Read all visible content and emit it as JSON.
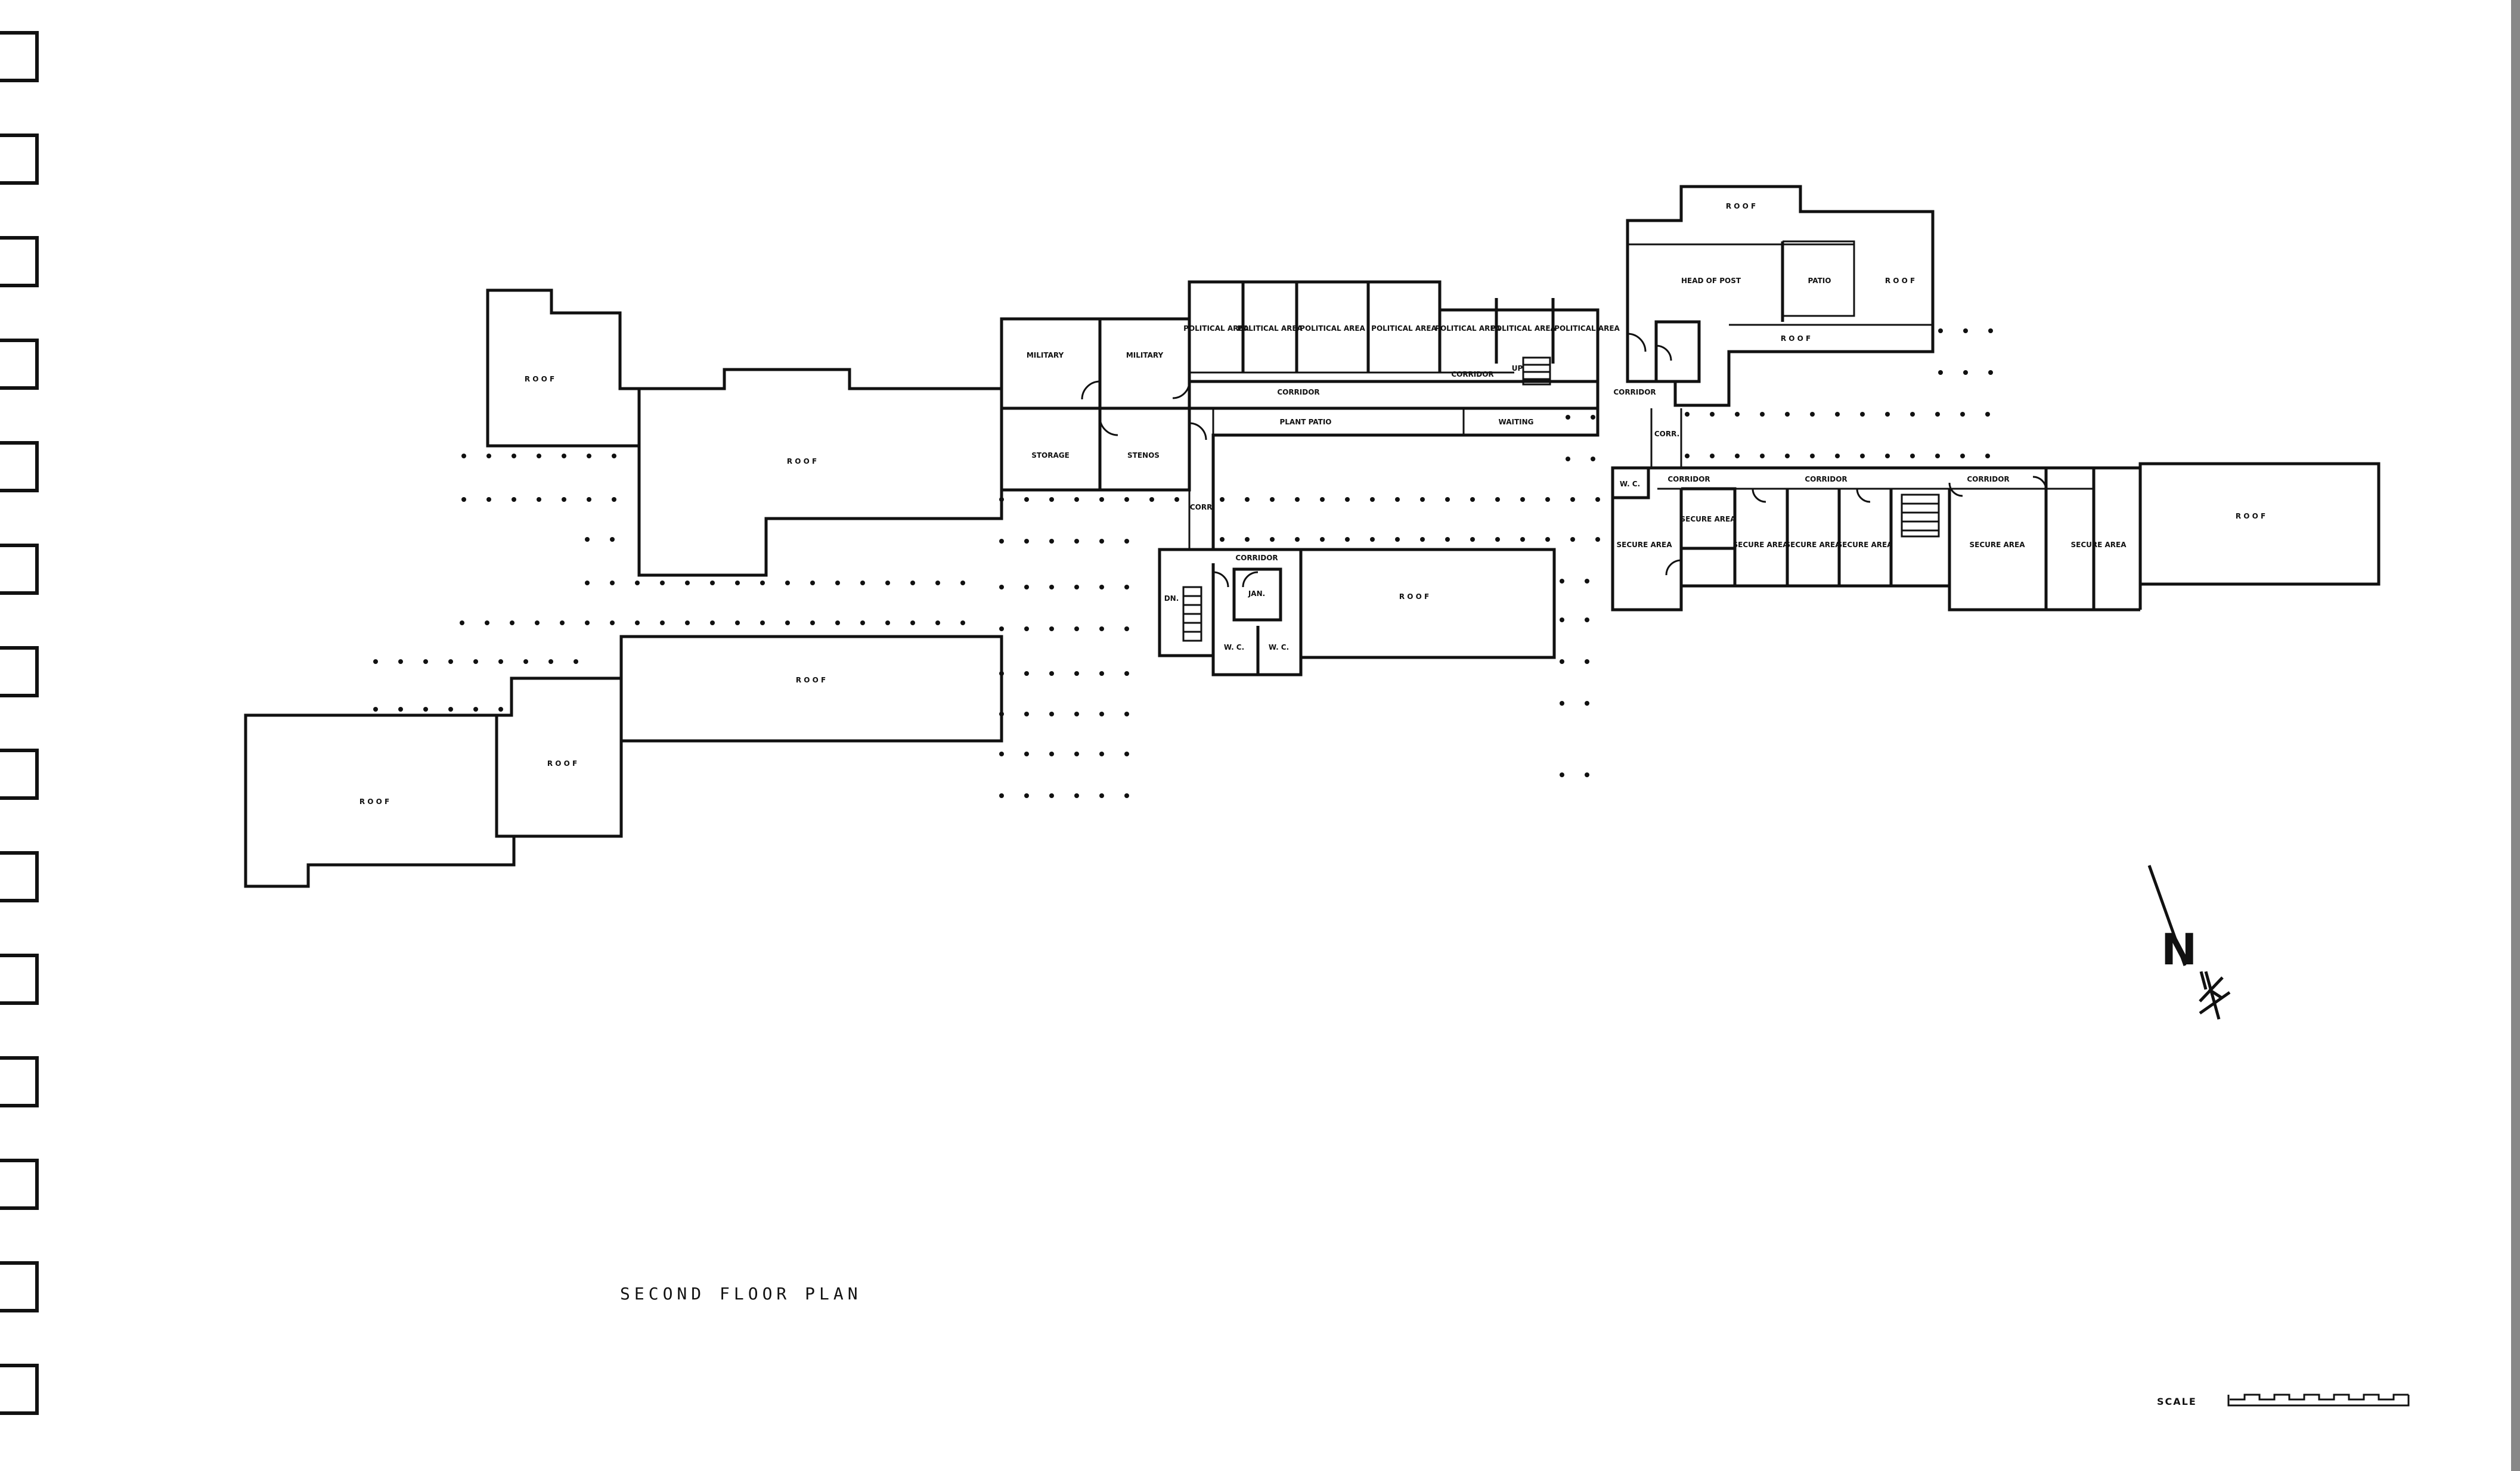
{
  "drawing": {
    "title": "SECOND FLOOR PLAN",
    "north_label": "N",
    "scale_label": "SCALE"
  },
  "rooms": {
    "roof": "R O O F",
    "military": "MILITARY",
    "storage": "STORAGE",
    "stenos": "STENOS",
    "political_area": "POLITICAL AREA",
    "corridor": "CORRIDOR",
    "corr": "CORR.",
    "plant_patio": "PLANT   PATIO",
    "waiting": "WAITING",
    "head_of_post": "HEAD  OF  POST",
    "patio": "PATIO",
    "secure_area": "SECURE AREA",
    "wc": "W. C.",
    "jan": "JAN.",
    "dn": "DN.",
    "up": "UP"
  }
}
